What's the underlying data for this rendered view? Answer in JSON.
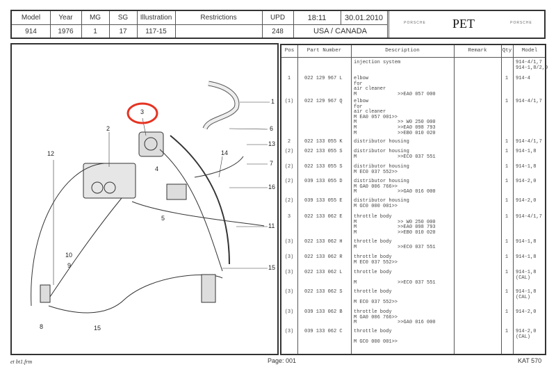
{
  "header": {
    "columns": [
      {
        "label": "Model",
        "value": "914"
      },
      {
        "label": "Year",
        "value": "1976"
      },
      {
        "label": "MG",
        "value": "1"
      },
      {
        "label": "SG",
        "value": "17"
      },
      {
        "label": "Illustration",
        "value": "117-15"
      },
      {
        "label": "Restrictions",
        "value": ""
      },
      {
        "label": "UPD",
        "value": "248"
      }
    ],
    "time": "18:11",
    "date": "30.01.2010",
    "region": "USA / CANADA",
    "logo_left": "PORSCHE",
    "app": "PET",
    "logo_right": "PORSCHE"
  },
  "diagram": {
    "callouts": [
      "1",
      "2",
      "3",
      "4",
      "5",
      "6",
      "7",
      "8",
      "9",
      "10",
      "11",
      "12",
      "13",
      "14",
      "15",
      "15",
      "16"
    ],
    "highlight_color": "#e53322"
  },
  "table": {
    "headers": {
      "pos": "Pos",
      "part": "Part Number",
      "desc": "Description",
      "remark": "Remark",
      "qty": "Qty",
      "model": "Model"
    },
    "rows": [
      {
        "pos": "",
        "part": "",
        "desc": [
          "injection system"
        ],
        "qty": "",
        "model": [
          "914-4/1,7",
          "914-1,8/2,0"
        ]
      },
      {
        "pos": "1",
        "part": "022 129 967 L",
        "desc": [
          "elbow",
          "for",
          "air cleaner",
          "M              >>EA0 057 000"
        ],
        "qty": "1",
        "model": [
          "914-4"
        ]
      },
      {
        "pos": "(1)",
        "part": "022 129 967 Q",
        "desc": [
          "elbow",
          "for",
          "air cleaner",
          "M EA0 057 001>>",
          "M              >> W0 250 000",
          "M              >>EA0 098 793",
          "M              >>EB0 010 020"
        ],
        "qty": "1",
        "model": [
          "914-4/1,7"
        ]
      },
      {
        "pos": "2",
        "part": "022 133 055 K",
        "desc": [
          "distributor housing"
        ],
        "qty": "1",
        "model": [
          "914-4/1,7"
        ]
      },
      {
        "pos": "(2)",
        "part": "022 133 055 S",
        "desc": [
          "distributor housing",
          "M              >>EC0 037 551"
        ],
        "qty": "1",
        "model": [
          "914-1,8"
        ]
      },
      {
        "pos": "(2)",
        "part": "022 133 055 S",
        "desc": [
          "distributor housing",
          "M EC0 037 552>>"
        ],
        "qty": "1",
        "model": [
          "914-1,8"
        ]
      },
      {
        "pos": "(2)",
        "part": "039 133 055 D",
        "desc": [
          "distributor housing",
          "M GA0 006 766>>",
          "M              >>GA0 016 000"
        ],
        "qty": "1",
        "model": [
          "914-2,0"
        ]
      },
      {
        "pos": "(2)",
        "part": "039 133 055 E",
        "desc": [
          "distributor housing",
          "M GC0 000 001>>"
        ],
        "qty": "1",
        "model": [
          "914-2,0"
        ]
      },
      {
        "pos": "3",
        "part": "022 133 062 E",
        "desc": [
          "throttle body",
          "M              >> W0 250 000",
          "M              >>EA0 098 793",
          "M              >>EB0 010 020"
        ],
        "qty": "1",
        "model": [
          "914-4/1,7"
        ]
      },
      {
        "pos": "(3)",
        "part": "022 133 062 H",
        "desc": [
          "throttle body",
          "M              >>EC0 037 551"
        ],
        "qty": "1",
        "model": [
          "914-1,8"
        ]
      },
      {
        "pos": "(3)",
        "part": "022 133 062 R",
        "desc": [
          "throttle body",
          "M EC0 037 552>>"
        ],
        "qty": "1",
        "model": [
          "914-1,8"
        ]
      },
      {
        "pos": "(3)",
        "part": "022 133 062 L",
        "desc": [
          "throttle body",
          "",
          "M              >>EC0 037 551"
        ],
        "qty": "1",
        "model": [
          "914-1,8",
          "(CAL)"
        ]
      },
      {
        "pos": "(3)",
        "part": "022 133 062 S",
        "desc": [
          "throttle body",
          "",
          "M EC0 037 552>>"
        ],
        "qty": "1",
        "model": [
          "914-1,8",
          "(CAL)"
        ]
      },
      {
        "pos": "(3)",
        "part": "039 133 062 B",
        "desc": [
          "throttle body",
          "M GA0 006 766>>",
          "M              >>GA0 016 000"
        ],
        "qty": "1",
        "model": [
          "914-2,0"
        ]
      },
      {
        "pos": "(3)",
        "part": "039 133 062 C",
        "desc": [
          "throttle body",
          "",
          "M GC0 000 001>>"
        ],
        "qty": "1",
        "model": [
          "914-2,0",
          "(CAL)"
        ]
      }
    ]
  },
  "footer": {
    "file": "et bt1.frm",
    "page": "Page: 001",
    "catalog": "KAT 570"
  }
}
